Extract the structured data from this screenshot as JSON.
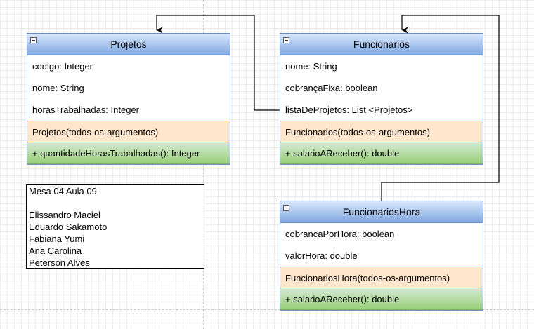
{
  "classes": {
    "projetos": {
      "name": "Projetos",
      "attributes": [
        "codigo: Integer",
        "nome: String",
        "horasTrabalhadas: Integer"
      ],
      "constructor": "Projetos(todos-os-argumentos)",
      "method": "+ quantidadeHorasTrabalhadas(): Integer"
    },
    "funcionarios": {
      "name": "Funcionarios",
      "attributes": [
        "nome: String",
        "cobrançaFixa: boolean",
        "listaDeProjetos: List <Projetos>"
      ],
      "constructor": "Funcionarios(todos-os-argumentos)",
      "method": "+ salarioAReceber(): double"
    },
    "funcionariosHora": {
      "name": "FuncionariosHora",
      "attributes": [
        "cobrancaPorHora: boolean",
        "valorHora: double"
      ],
      "constructor": "FuncionariosHora(todos-os-argumentos)",
      "method": "+ salarioAReceber(): double"
    }
  },
  "note": {
    "title": "Mesa 04 Aula 09",
    "members": [
      "Elissandro Maciel",
      "Eduardo Sakamoto",
      "Fabiana Yumi",
      "Ana Carolina",
      "Peterson Alves"
    ]
  },
  "colors": {
    "class_border": "#6c8ebf",
    "header_top": "#dae8fc",
    "header_bottom": "#7ea6e0",
    "constructor_fill": "#ffe6cc",
    "constructor_border": "#d79b00",
    "method_top": "#d5e8d4",
    "method_bottom": "#97d077",
    "connector": "#000000"
  }
}
